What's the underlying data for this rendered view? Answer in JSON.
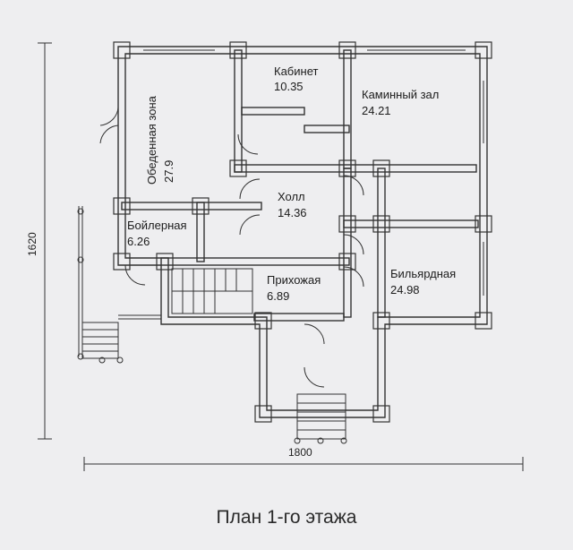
{
  "rooms": {
    "cabinet": {
      "name": "Кабинет",
      "area": "10.35"
    },
    "fireplace": {
      "name": "Каминный зал",
      "area": "24.21"
    },
    "dining": {
      "name": "Обеденная зона",
      "area": "27.9"
    },
    "hall": {
      "name": "Холл",
      "area": "14.36"
    },
    "boiler": {
      "name": "Бойлерная",
      "area": "6.26"
    },
    "entry": {
      "name": "Прихожая",
      "area": "6.89"
    },
    "billiard": {
      "name": "Бильярдная",
      "area": "24.98"
    }
  },
  "dimensions": {
    "width": "1800",
    "height": "1620"
  },
  "caption": "План 1-го этажа"
}
